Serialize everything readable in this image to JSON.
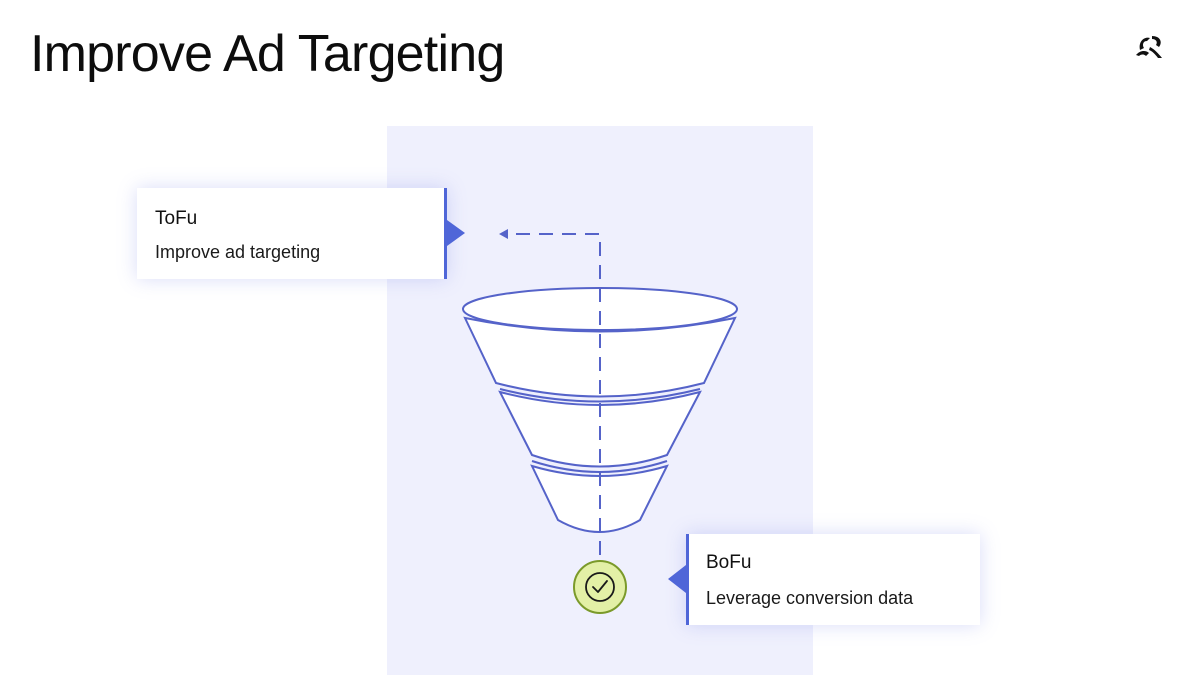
{
  "slide": {
    "title": "Improve Ad Targeting",
    "logo": "brand-logo-icon"
  },
  "colors": {
    "panel_background": "#eff0fd",
    "accent_blue": "#4f66d8",
    "funnel_stroke": "#5563c9",
    "check_fill": "#e3f0a6",
    "check_stroke": "#7b9a2a",
    "text": "#111111"
  },
  "callouts": [
    {
      "id": "tofu",
      "title": "ToFu",
      "description": "Improve ad targeting",
      "pointer": "right"
    },
    {
      "id": "bofu",
      "title": "BoFu",
      "description": "Leverage conversion data",
      "pointer": "left"
    }
  ],
  "funnel": {
    "stages": 3,
    "icons": {
      "feedback_arrow": "dashed-arrow-left-icon",
      "conversion": "check-circle-icon"
    }
  }
}
